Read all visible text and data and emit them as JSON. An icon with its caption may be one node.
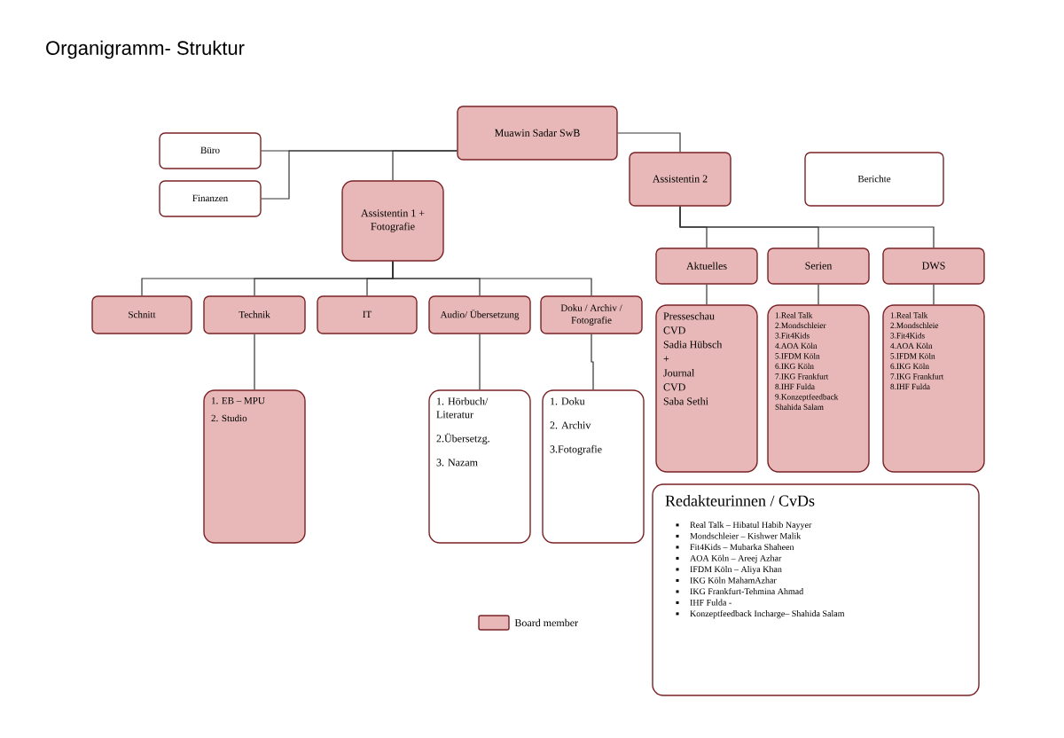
{
  "diagram": {
    "title": "Organigramm- Struktur",
    "nodes": [
      {
        "text": [
          "Muawin Sadar SwB"
        ]
      },
      {
        "text": [
          "Büro"
        ]
      },
      {
        "text": [
          "Finanzen"
        ]
      },
      {
        "text": [
          "Assistentin 1 + Fotografie"
        ]
      },
      {
        "text": [
          "Assistentin 2"
        ]
      },
      {
        "text": [
          "Berichte"
        ]
      },
      {
        "text": [
          "Schnitt"
        ]
      },
      {
        "text": [
          "Technik"
        ]
      },
      {
        "text": [
          "IT"
        ]
      },
      {
        "text": [
          "Audio/ Übersetzung"
        ]
      },
      {
        "text": [
          "Doku / Archiv / Fotografie"
        ]
      },
      {
        "text": [
          "1. EB – MPU",
          "2. Studio"
        ]
      },
      {
        "text": [
          "1. Hörbuch/ Literatur",
          "2.Übersetzg.",
          "3. Nazam"
        ]
      },
      {
        "text": [
          "1. Doku",
          "2. Archiv",
          "3.Fotografie"
        ]
      },
      {
        "text": [
          "Aktuelles"
        ]
      },
      {
        "text": [
          "Serien"
        ]
      },
      {
        "text": [
          "DWS"
        ]
      },
      {
        "text": [
          "Presseschau",
          "CVD",
          "Sadia Hübsch",
          "+",
          "Journal",
          "CVD",
          "Saba Sethi"
        ]
      },
      {
        "text": [
          "1.Real Talk",
          "2.Mondschleier",
          "3.Fit4Kids",
          "4.AOA Köln",
          "5.IFDM Köln",
          "6.IKG Köln",
          "7.IKG Frankfurt",
          "8.IHF Fulda",
          "9.Konzeptfeedback Shahida Salam"
        ]
      },
      {
        "text": [
          "1.Real Talk",
          "2.Mondschleie",
          "3.Fit4Kids",
          "4.AOA Köln",
          "5.IFDM Köln",
          "6.IKG Köln",
          "7.IKG Frankfurt",
          "8.IHF Fulda"
        ]
      },
      {
        "text": [
          "Redakteurinnen / CvDs",
          "Real Talk – Hibatul Habib Nayyer",
          "Mondschleier – Kishwer Malik",
          "Fit4Kids – Mubarka Shaheen",
          "AOA Köln – Areej Azhar",
          "IFDM Köln – Aliya Khan",
          "IKG Köln MahamAzhar",
          "IKG Frankfurt-Tehmina Ahmad",
          "IHF Fulda -",
          "Konzeptfeedback Incharge– Shahida Salam"
        ]
      }
    ],
    "edges": [
      {
        "from": 0,
        "to": 1,
        "arrow": "none"
      },
      {
        "from": 0,
        "to": 2,
        "arrow": "none"
      },
      {
        "from": 0,
        "to": 3,
        "arrow": "none"
      },
      {
        "from": 0,
        "to": 4,
        "arrow": "none"
      },
      {
        "from": 3,
        "to": 6,
        "arrow": "none"
      },
      {
        "from": 3,
        "to": 7,
        "arrow": "none"
      },
      {
        "from": 3,
        "to": 8,
        "arrow": "none"
      },
      {
        "from": 3,
        "to": 9,
        "arrow": "none"
      },
      {
        "from": 3,
        "to": 10,
        "arrow": "none"
      },
      {
        "from": 7,
        "to": 11,
        "arrow": "none"
      },
      {
        "from": 9,
        "to": 12,
        "arrow": "none"
      },
      {
        "from": 10,
        "to": 13,
        "arrow": "none"
      },
      {
        "from": 4,
        "to": 14,
        "arrow": "none"
      },
      {
        "from": 4,
        "to": 15,
        "arrow": "none"
      },
      {
        "from": 4,
        "to": 16,
        "arrow": "none"
      },
      {
        "from": 14,
        "to": 17,
        "arrow": "none"
      },
      {
        "from": 15,
        "to": 18,
        "arrow": "none"
      },
      {
        "from": 16,
        "to": 19,
        "arrow": "none"
      }
    ],
    "legend": [
      {
        "text": "Board member",
        "color": "#e8b8b8"
      }
    ]
  }
}
